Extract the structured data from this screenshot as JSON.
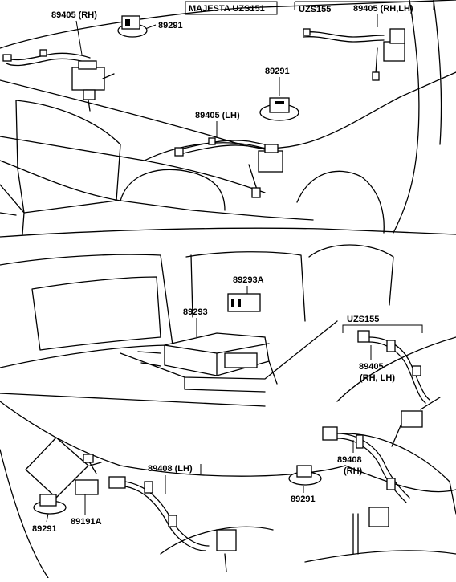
{
  "variant_box": "MAJESTA  UZS151",
  "bracket_top": "UZS155",
  "bracket_mid": "UZS155",
  "labels": {
    "p89405_rh": "89405 (RH)",
    "p89291_tl": "89291",
    "p89405_rhlh_top": "89405 (RH,LH)",
    "p89291_tc": "89291",
    "p89405_lh": "89405 (LH)",
    "p89293a": "89293A",
    "p89293": "89293",
    "p89405_rhlh_mid_1": "89405",
    "p89405_rhlh_mid_2": "(RH, LH)",
    "p89408_lh": "89408 (LH)",
    "p89408_rh_1": "89408",
    "p89408_rh_2": "(RH)",
    "p89291_bc": "89291",
    "p89291_bl": "89291",
    "p89191a": "89191A"
  }
}
